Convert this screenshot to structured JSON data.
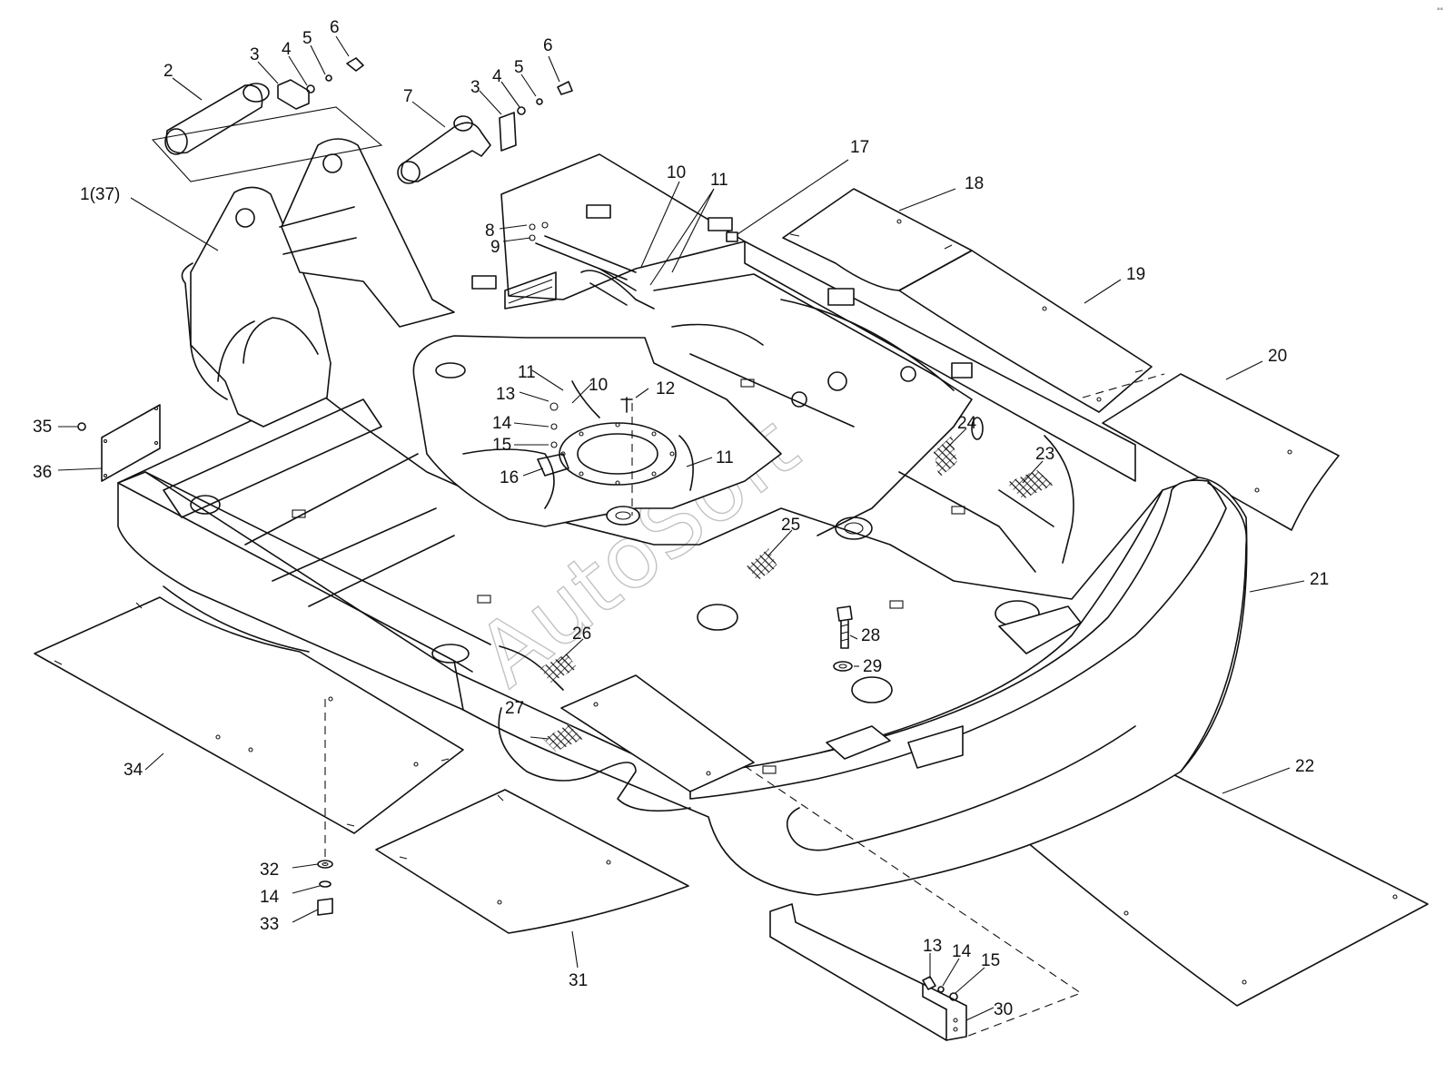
{
  "watermark": "AutoSoft",
  "corner_mark": "°°",
  "callouts": [
    {
      "id": "c-1",
      "text": "1(37)"
    },
    {
      "id": "c-2",
      "text": "2"
    },
    {
      "id": "c-3a",
      "text": "3"
    },
    {
      "id": "c-4a",
      "text": "4"
    },
    {
      "id": "c-5a",
      "text": "5"
    },
    {
      "id": "c-6a",
      "text": "6"
    },
    {
      "id": "c-7",
      "text": "7"
    },
    {
      "id": "c-3b",
      "text": "3"
    },
    {
      "id": "c-4b",
      "text": "4"
    },
    {
      "id": "c-5b",
      "text": "5"
    },
    {
      "id": "c-6b",
      "text": "6"
    },
    {
      "id": "c-8",
      "text": "8"
    },
    {
      "id": "c-9",
      "text": "9"
    },
    {
      "id": "c-10a",
      "text": "10"
    },
    {
      "id": "c-11a",
      "text": "11"
    },
    {
      "id": "c-17",
      "text": "17"
    },
    {
      "id": "c-18",
      "text": "18"
    },
    {
      "id": "c-19",
      "text": "19"
    },
    {
      "id": "c-20",
      "text": "20"
    },
    {
      "id": "c-21",
      "text": "21"
    },
    {
      "id": "c-22",
      "text": "22"
    },
    {
      "id": "c-23",
      "text": "23"
    },
    {
      "id": "c-24",
      "text": "24"
    },
    {
      "id": "c-25",
      "text": "25"
    },
    {
      "id": "c-26",
      "text": "26"
    },
    {
      "id": "c-27",
      "text": "27"
    },
    {
      "id": "c-28",
      "text": "28"
    },
    {
      "id": "c-29",
      "text": "29"
    },
    {
      "id": "c-30",
      "text": "30"
    },
    {
      "id": "c-31",
      "text": "31"
    },
    {
      "id": "c-32",
      "text": "32"
    },
    {
      "id": "c-14a",
      "text": "14"
    },
    {
      "id": "c-33",
      "text": "33"
    },
    {
      "id": "c-34",
      "text": "34"
    },
    {
      "id": "c-35",
      "text": "35"
    },
    {
      "id": "c-36",
      "text": "36"
    },
    {
      "id": "c-11b",
      "text": "11"
    },
    {
      "id": "c-10b",
      "text": "10"
    },
    {
      "id": "c-13a",
      "text": "13"
    },
    {
      "id": "c-12",
      "text": "12"
    },
    {
      "id": "c-14b",
      "text": "14"
    },
    {
      "id": "c-15a",
      "text": "15"
    },
    {
      "id": "c-16",
      "text": "16"
    },
    {
      "id": "c-11c",
      "text": "11"
    },
    {
      "id": "c-13b",
      "text": "13"
    },
    {
      "id": "c-14c",
      "text": "14"
    },
    {
      "id": "c-15b",
      "text": "15"
    }
  ]
}
